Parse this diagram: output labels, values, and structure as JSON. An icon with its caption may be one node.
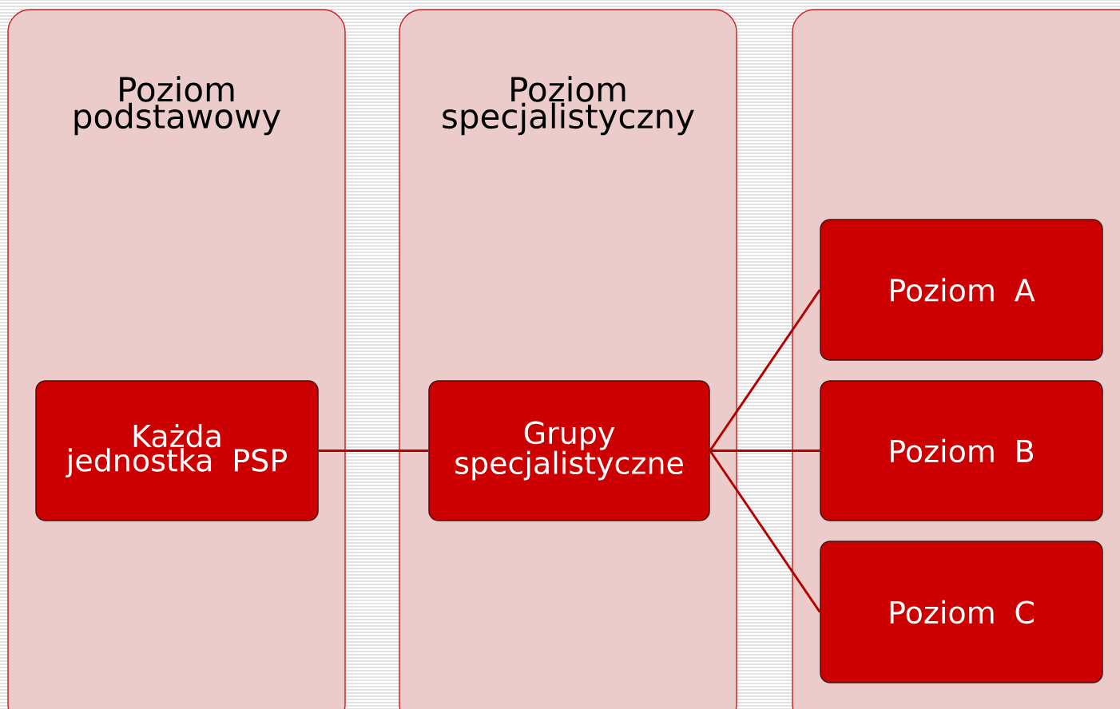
{
  "diagram": {
    "nodes": [
      {
        "text": [
          "Poziom podstawowy"
        ]
      },
      {
        "text": [
          "Poziom specjalistyczny"
        ]
      },
      {
        "text": [],
        "shape": "box"
      },
      {
        "text": [
          "Każda jednostka PSP"
        ],
        "in": 0
      },
      {
        "text": [
          "Grupy specjalistyczne"
        ],
        "in": 1
      },
      {
        "text": [
          "Poziom A"
        ],
        "in": 2
      },
      {
        "text": [
          "Poziom B"
        ],
        "in": 2
      },
      {
        "text": [
          "Poziom C"
        ],
        "in": 2
      }
    ],
    "edges": [
      {
        "from": 3,
        "to": 4,
        "arrow": "none"
      },
      {
        "from": 4,
        "to": 5,
        "arrow": "none"
      },
      {
        "from": 4,
        "to": 6,
        "arrow": "none"
      },
      {
        "from": 4,
        "to": 7,
        "arrow": "none"
      }
    ]
  }
}
